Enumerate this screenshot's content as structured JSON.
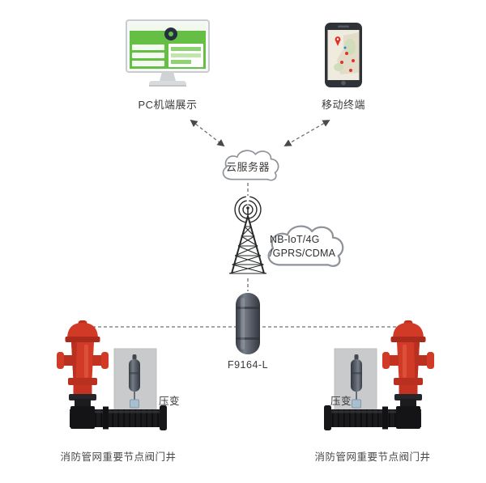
{
  "diagram": {
    "pc_label": "PC机端展示",
    "mobile_label": "移动终端",
    "cloud_label": "云服务器",
    "network_label": "NB-IoT/4G\n/GPRS/CDMA",
    "device_label": "F9164-L",
    "pressure_left_label": "压变",
    "pressure_right_label": "压变",
    "well_left_label": "消防管网重要节点阀门井",
    "well_right_label": "消防管网重要节点阀门井"
  },
  "icons": {
    "pc": "desktop-monitor-icon",
    "mobile": "smartphone-map-icon",
    "cloud_server": "cloud-icon",
    "network_cloud": "cloud-icon",
    "tower": "signal-tower-icon",
    "device": "nbiot-transmitter-icon",
    "hydrant": "fire-hydrant-icon",
    "sensor": "pressure-sensor-icon"
  },
  "colors": {
    "hydrant_red": "#d23a28",
    "pipe_black": "#1b1b1d",
    "well_box_gray": "#c9cacc",
    "device_gray": "#5a616b",
    "screen_green": "#64bf44",
    "map_pin_red": "#e03228",
    "connector_gray": "#707070",
    "text": "#3b3b3b"
  }
}
